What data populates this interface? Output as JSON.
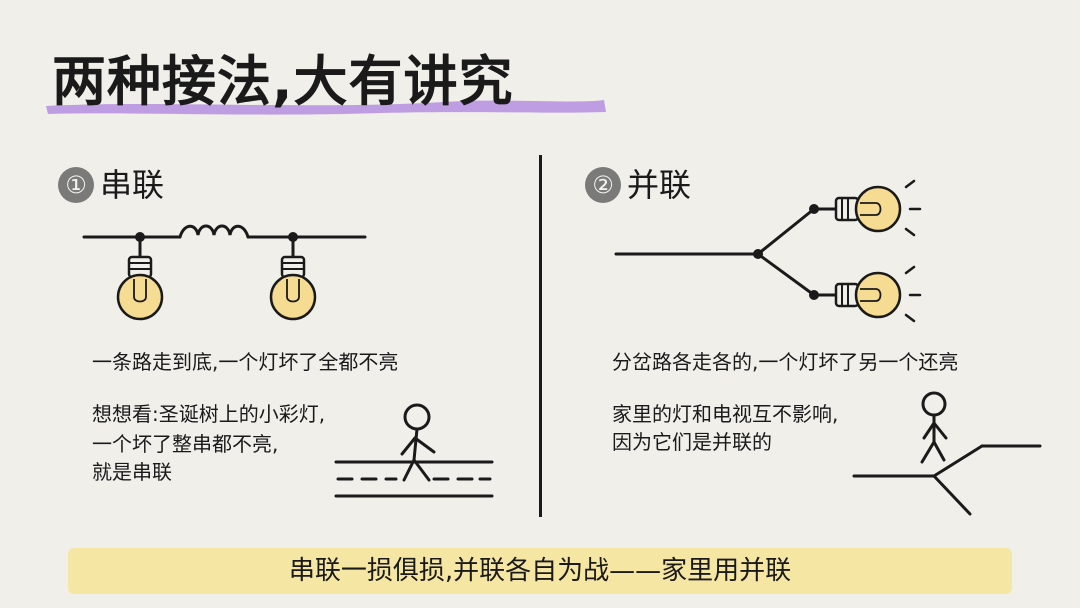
{
  "title": "两种接法,大有讲究",
  "series_section": {
    "num": "①",
    "heading": "串联",
    "caption": "一条路走到底,一个灯坏了全都不亮",
    "example": [
      "想想看:圣诞树上的小彩灯,",
      "一个坏了整串都不亮,",
      "就是串联"
    ]
  },
  "parallel_section": {
    "num": "②",
    "heading": "并联",
    "caption": "分岔路各走各的,一个灯坏了另一个还亮",
    "example": [
      "家里的灯和电视互不影响,",
      "因为它们是并联的"
    ]
  },
  "summary": "串联一损俱损,并联各自为战——家里用并联",
  "colors": {
    "background": "#f1efe9",
    "highlight": "#b58ee0",
    "bulb": "#f6dc93",
    "banner": "#f5e6a3",
    "ink": "#1a1a1a"
  }
}
